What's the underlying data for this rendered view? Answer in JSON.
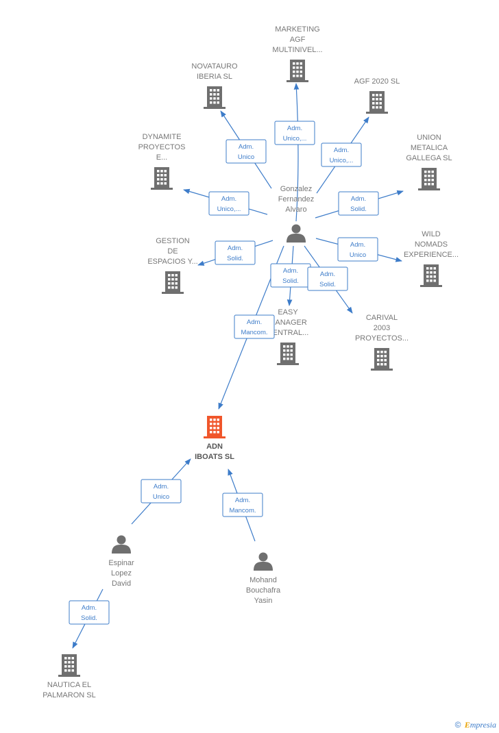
{
  "companies": [
    {
      "id": "marketing",
      "lines": [
        "MARKETING",
        "AGF",
        "MULTINIVEL..."
      ]
    },
    {
      "id": "novatauro",
      "lines": [
        "NOVATAURO",
        "IBERIA  SL"
      ]
    },
    {
      "id": "agf2020",
      "lines": [
        "AGF 2020  SL"
      ]
    },
    {
      "id": "dynamite",
      "lines": [
        "DYNAMITE",
        "PROYECTOS",
        "E..."
      ]
    },
    {
      "id": "union",
      "lines": [
        "UNION",
        "METALICA",
        "GALLEGA  SL"
      ]
    },
    {
      "id": "gestion",
      "lines": [
        "GESTION",
        "DE",
        "ESPACIOS Y..."
      ]
    },
    {
      "id": "wild",
      "lines": [
        "WILD",
        "NOMADS",
        "EXPERIENCE..."
      ]
    },
    {
      "id": "easy",
      "lines": [
        "EASY",
        "MANAGER",
        "CENTRAL..."
      ]
    },
    {
      "id": "carival",
      "lines": [
        "CARIVAL",
        "2003",
        "PROYECTOS..."
      ]
    },
    {
      "id": "adn",
      "lines": [
        "ADN",
        "IBOATS  SL"
      ],
      "main": true
    },
    {
      "id": "nautica",
      "lines": [
        "NAUTICA EL",
        "PALMARON  SL"
      ]
    }
  ],
  "persons": [
    {
      "id": "gonzalez",
      "lines": [
        "Gonzalez",
        "Fernandez",
        "Alvaro"
      ]
    },
    {
      "id": "espinar",
      "lines": [
        "Espinar",
        "Lopez",
        "David"
      ]
    },
    {
      "id": "mohand",
      "lines": [
        "Mohand",
        "Bouchafra",
        "Yasin"
      ]
    }
  ],
  "edges": [
    {
      "from": "gonzalez",
      "to": "marketing",
      "role": [
        "Adm.",
        "Unico,..."
      ]
    },
    {
      "from": "gonzalez",
      "to": "novatauro",
      "role": [
        "Adm.",
        "Unico"
      ]
    },
    {
      "from": "gonzalez",
      "to": "agf2020",
      "role": [
        "Adm.",
        "Unico,..."
      ]
    },
    {
      "from": "gonzalez",
      "to": "dynamite",
      "role": [
        "Adm.",
        "Unico,..."
      ]
    },
    {
      "from": "gonzalez",
      "to": "union",
      "role": [
        "Adm.",
        "Solid."
      ]
    },
    {
      "from": "gonzalez",
      "to": "gestion",
      "role": [
        "Adm.",
        "Solid."
      ]
    },
    {
      "from": "gonzalez",
      "to": "wild",
      "role": [
        "Adm.",
        "Unico"
      ]
    },
    {
      "from": "gonzalez",
      "to": "easy",
      "role": [
        "Adm.",
        "Solid."
      ]
    },
    {
      "from": "gonzalez",
      "to": "carival",
      "role": [
        "Adm.",
        "Solid."
      ]
    },
    {
      "from": "gonzalez",
      "to": "adn",
      "role": [
        "Adm.",
        "Mancom."
      ]
    },
    {
      "from": "espinar",
      "to": "adn",
      "role": [
        "Adm.",
        "Unico"
      ]
    },
    {
      "from": "mohand",
      "to": "adn",
      "role": [
        "Adm.",
        "Mancom."
      ]
    },
    {
      "from": "espinar",
      "to": "nautica",
      "role": [
        "Adm.",
        "Solid."
      ]
    }
  ],
  "colors": {
    "edge": "#3d7cc9",
    "building": "#6f6f6f",
    "building_main": "#f0562b",
    "person": "#6f6f6f"
  },
  "footer": {
    "copyright": "©",
    "brand_initial": "E",
    "brand_rest": "mpresia"
  }
}
